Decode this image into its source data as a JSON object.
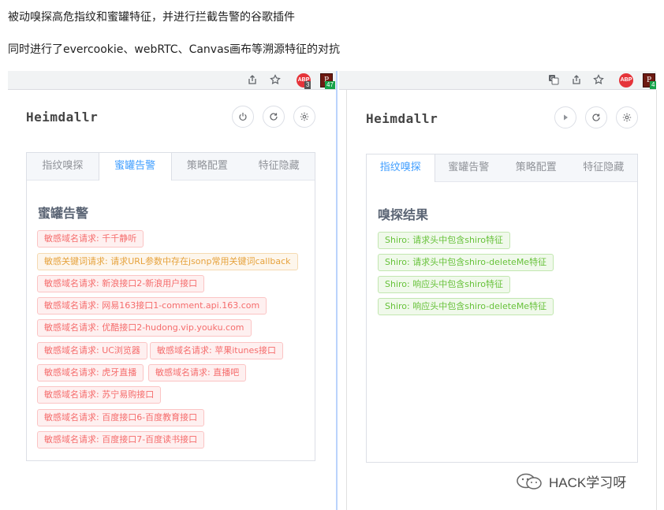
{
  "intro": {
    "line1": "被动嗅探高危指纹和蜜罐特征，并进行拦截告警的谷歌插件",
    "line2": "同时进行了evercookie、webRTC、Canvas画布等溯源特征的对抗"
  },
  "browser_left": {
    "abp_label": "ABP",
    "abp_badge": "3",
    "ext_glyph": "P",
    "ext_badge": "47"
  },
  "browser_right": {
    "abp_label": "ABP",
    "ext_glyph": "P",
    "ext_badge": "4"
  },
  "icons": {
    "share": "share-icon",
    "star": "star-icon",
    "translate": "translate-icon",
    "power": "power-icon",
    "play": "play-icon",
    "refresh": "refresh-icon",
    "settings": "gear-icon"
  },
  "colors": {
    "accent": "#409eff",
    "danger": "#f56c6c",
    "warning": "#e6a23c",
    "success": "#67c23a"
  },
  "left_panel": {
    "title": "Heimdallr",
    "tabs": [
      "指纹嗅探",
      "蜜罐告警",
      "策略配置",
      "特征隐藏"
    ],
    "active_tab": "蜜罐告警",
    "section_title": "蜜罐告警",
    "alerts": [
      "敏感域名请求: 千千静听",
      "敏感关键词请求: 请求URL参数中存在jsonp常用关键词callback",
      "敏感域名请求: 新浪接口2-新浪用户接口",
      "敏感域名请求: 网易163接口1-comment.api.163.com",
      "敏感域名请求: 优酷接口2-hudong.vip.youku.com",
      "敏感域名请求: UC浏览器",
      "敏感域名请求: 苹果itunes接口",
      "敏感域名请求: 虎牙直播",
      "敏感域名请求: 直播吧",
      "敏感域名请求: 苏宁易购接口",
      "敏感域名请求: 百度接口6-百度教育接口",
      "敏感域名请求: 百度接口7-百度读书接口"
    ]
  },
  "right_panel": {
    "title": "Heimdallr",
    "tabs": [
      "指纹嗅探",
      "蜜罐告警",
      "策略配置",
      "特征隐藏"
    ],
    "active_tab": "指纹嗅探",
    "section_title": "嗅探结果",
    "results": [
      "Shiro: 请求头中包含shiro特征",
      "Shiro: 请求头中包含shiro-deleteMe特征",
      "Shiro: 响应头中包含shiro特征",
      "Shiro: 响应头中包含shiro-deleteMe特征"
    ]
  },
  "watermark": {
    "text": "HACK学习呀"
  }
}
